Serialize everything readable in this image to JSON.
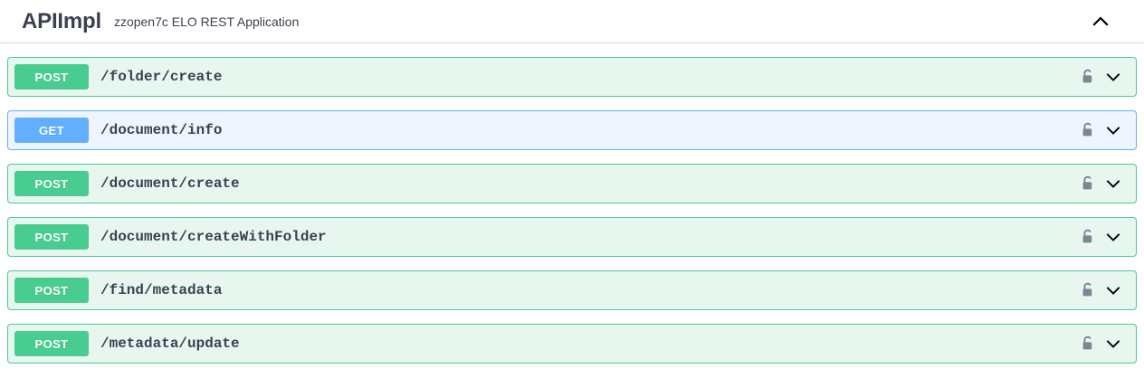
{
  "tag_section": {
    "title": "APIImpl",
    "description": "zzopen7c ELO REST Application",
    "collapse_icon": "chevron-up-icon",
    "expanded": true
  },
  "colors": {
    "post_accent": "#49cc90",
    "post_background": "#e8f6f0",
    "get_accent": "#61affe",
    "get_background": "#eff5ff",
    "text": "#3b4151",
    "divider": "#d6d6d6",
    "lock_icon": "#7d8492"
  },
  "operations": [
    {
      "method": "POST",
      "method_class": "post",
      "path": "/folder/create",
      "lock_icon": "unlocked-padlock-icon",
      "expand_icon": "chevron-down-icon"
    },
    {
      "method": "GET",
      "method_class": "get",
      "path": "/document/info",
      "lock_icon": "unlocked-padlock-icon",
      "expand_icon": "chevron-down-icon"
    },
    {
      "method": "POST",
      "method_class": "post",
      "path": "/document/create",
      "lock_icon": "unlocked-padlock-icon",
      "expand_icon": "chevron-down-icon"
    },
    {
      "method": "POST",
      "method_class": "post",
      "path": "/document/createWithFolder",
      "lock_icon": "unlocked-padlock-icon",
      "expand_icon": "chevron-down-icon"
    },
    {
      "method": "POST",
      "method_class": "post",
      "path": "/find/metadata",
      "lock_icon": "unlocked-padlock-icon",
      "expand_icon": "chevron-down-icon"
    },
    {
      "method": "POST",
      "method_class": "post",
      "path": "/metadata/update",
      "lock_icon": "unlocked-padlock-icon",
      "expand_icon": "chevron-down-icon"
    }
  ]
}
